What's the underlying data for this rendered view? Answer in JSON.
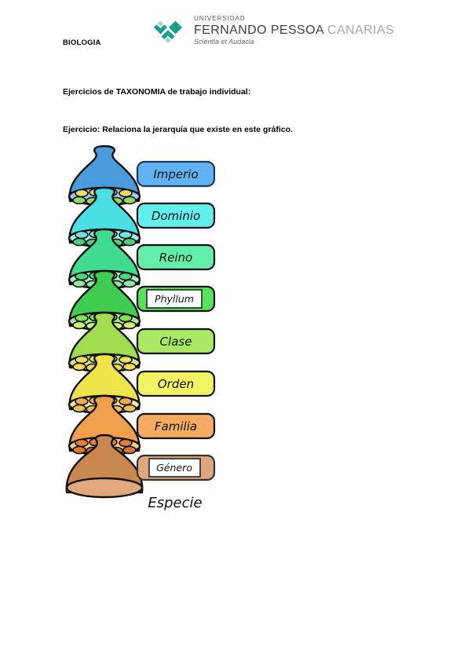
{
  "header": {
    "course": "BIOLOGIA",
    "logo": {
      "university_small": "UNIVERSIDAD",
      "university_main": "FERNANDO PESSOA",
      "university_region": "CANARIAS",
      "motto": "Scientia et Audacia",
      "brand_color": "#18A189",
      "brand_light": "#A9D6C3"
    }
  },
  "headings": {
    "line1": "Ejercicios de TAXONOMIA de trabajo individual:",
    "line2": "Ejercicio: Relaciona la jerarquía que existe en este gráfico."
  },
  "diagram": {
    "levels": [
      {
        "label": "Imperio",
        "dome_color": "#4A9BDC",
        "base_color": "#A3C9EF",
        "seed_color_a": "#E8DC6A",
        "seed_color_b": "#8FD964",
        "box_color": "#60B2F2",
        "box_border": "#1E3A5A"
      },
      {
        "label": "Dominio",
        "dome_color": "#4ADEE5",
        "base_color": "#A5EFF0",
        "seed_color_a": "#6FE6DE",
        "seed_color_b": "#4FD080",
        "box_color": "#63F0EC",
        "box_border": "#111111"
      },
      {
        "label": "Reino",
        "dome_color": "#40DB8E",
        "base_color": "#A8F0C8",
        "seed_color_a": "#47D97A",
        "seed_color_b": "#91E8A5",
        "box_color": "#63EFA9",
        "box_border": "#111111"
      },
      {
        "label": "Phyllum",
        "dome_color": "#3FCC50",
        "base_color": "#A5E9A5",
        "seed_color_a": "#7FE557",
        "seed_color_b": "#D2EF6E",
        "box_color": "#55E35C",
        "box_border": "#111111"
      },
      {
        "label": "Clase",
        "dome_color": "#A0DC50",
        "base_color": "#CFEC97",
        "seed_color_a": "#EFE25A",
        "seed_color_b": "#F5D957",
        "box_color": "#A9E964",
        "box_border": "#111111"
      },
      {
        "label": "Orden",
        "dome_color": "#F0E44C",
        "base_color": "#F5F0A0",
        "seed_color_a": "#F2A94F",
        "seed_color_b": "#EFBE55",
        "box_color": "#F4F163",
        "box_border": "#111111"
      },
      {
        "label": "Familia",
        "dome_color": "#F0A04C",
        "base_color": "#F6CB96",
        "seed_color_a": "#E0813B",
        "seed_color_b": "#D97A33",
        "box_color": "#F4AC63",
        "box_border": "#111111"
      },
      {
        "label": "Género",
        "dome_color": "#CA8750",
        "base_color": "#DFA97B",
        "seed_color_a": "#CA8750",
        "seed_color_b": "#CA8750",
        "box_color": "#E0A67E",
        "box_border": "#333333"
      }
    ],
    "footer_label": "Especie"
  }
}
